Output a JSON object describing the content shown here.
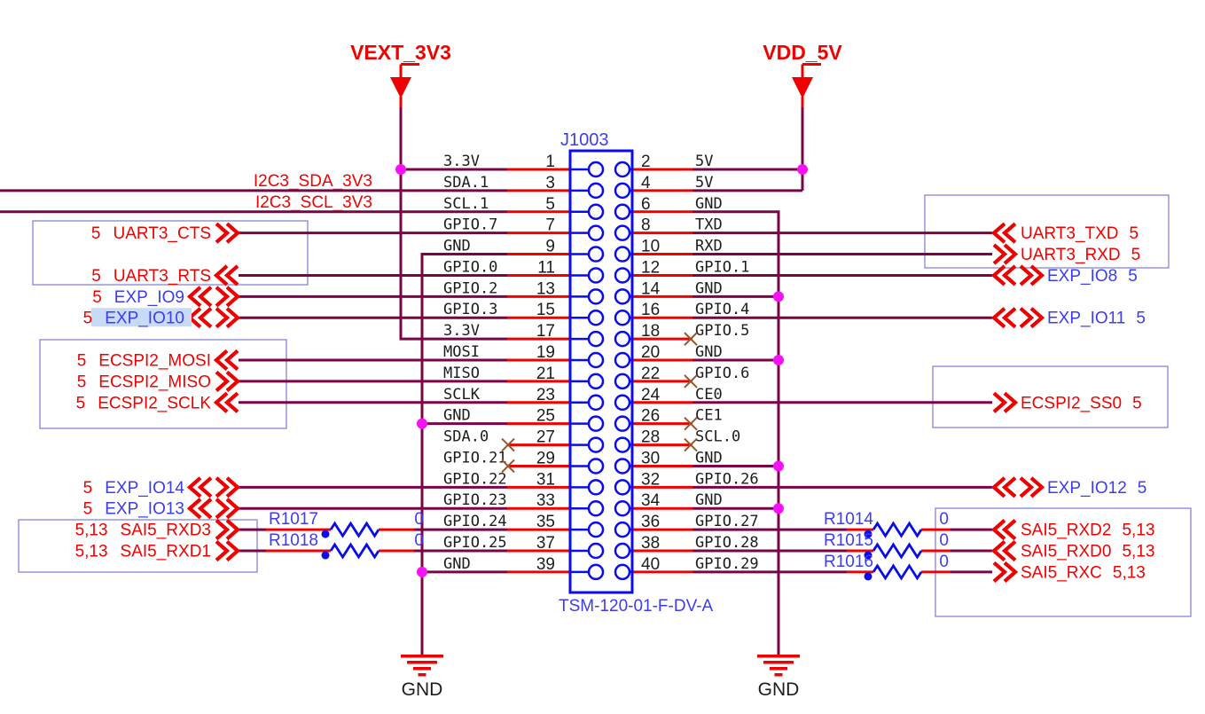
{
  "colors": {
    "wire": "#7b0446",
    "stub": "#f20000",
    "chevron": "#ee0000",
    "connector_blue": "#0b0bef",
    "label_blue": "#3c3cf2",
    "box_outline": "#8585d8",
    "junction": "#f711f7",
    "no_connect": "#99552b",
    "highlight": "#c7dbf8",
    "text_black": "#1c1c1c",
    "net_red": "#f20000"
  },
  "schematic": {
    "power_flags": [
      {
        "name": "VEXT_3V3"
      },
      {
        "name": "VDD_5V"
      }
    ],
    "ground_labels": [
      "GND",
      "GND"
    ],
    "nets": [
      {
        "name": "I2C3_SDA_3V3",
        "row": 2
      },
      {
        "name": "I2C3_SCL_3V3",
        "row": 3
      }
    ],
    "connector": {
      "refdes": "J1003",
      "part_number": "TSM-120-01-F-DV-A",
      "rows": [
        {
          "l_num": "1",
          "l_name": "3.3V",
          "r_num": "2",
          "r_name": "5V"
        },
        {
          "l_num": "3",
          "l_name": "SDA.1",
          "r_num": "4",
          "r_name": "5V"
        },
        {
          "l_num": "5",
          "l_name": "SCL.1",
          "r_num": "6",
          "r_name": "GND"
        },
        {
          "l_num": "7",
          "l_name": "GPIO.7",
          "r_num": "8",
          "r_name": "TXD"
        },
        {
          "l_num": "9",
          "l_name": "GND",
          "r_num": "10",
          "r_name": "RXD"
        },
        {
          "l_num": "11",
          "l_name": "GPIO.0",
          "r_num": "12",
          "r_name": "GPIO.1"
        },
        {
          "l_num": "13",
          "l_name": "GPIO.2",
          "r_num": "14",
          "r_name": "GND"
        },
        {
          "l_num": "15",
          "l_name": "GPIO.3",
          "r_num": "16",
          "r_name": "GPIO.4"
        },
        {
          "l_num": "17",
          "l_name": "3.3V",
          "r_num": "18",
          "r_name": "GPIO.5"
        },
        {
          "l_num": "19",
          "l_name": "MOSI",
          "r_num": "20",
          "r_name": "GND"
        },
        {
          "l_num": "21",
          "l_name": "MISO",
          "r_num": "22",
          "r_name": "GPIO.6"
        },
        {
          "l_num": "23",
          "l_name": "SCLK",
          "r_num": "24",
          "r_name": "CE0"
        },
        {
          "l_num": "25",
          "l_name": "GND",
          "r_num": "26",
          "r_name": "CE1"
        },
        {
          "l_num": "27",
          "l_name": "SDA.0",
          "r_num": "28",
          "r_name": "SCL.0"
        },
        {
          "l_num": "29",
          "l_name": "GPIO.21",
          "r_num": "30",
          "r_name": "GND"
        },
        {
          "l_num": "31",
          "l_name": "GPIO.22",
          "r_num": "32",
          "r_name": "GPIO.26"
        },
        {
          "l_num": "33",
          "l_name": "GPIO.23",
          "r_num": "34",
          "r_name": "GND"
        },
        {
          "l_num": "35",
          "l_name": "GPIO.24",
          "r_num": "36",
          "r_name": "GPIO.27"
        },
        {
          "l_num": "37",
          "l_name": "GPIO.25",
          "r_num": "38",
          "r_name": "GPIO.28"
        },
        {
          "l_num": "39",
          "l_name": "GND",
          "r_num": "40",
          "r_name": "GPIO.29"
        }
      ]
    },
    "left_ports": [
      {
        "pages": "5",
        "name": "UART3_CTS",
        "chevron": "right",
        "color": "red",
        "row": 4
      },
      {
        "pages": "5",
        "name": "UART3_RTS",
        "chevron": "left",
        "color": "red",
        "row": 6
      },
      {
        "pages": "5",
        "name": "EXP_IO9",
        "chevron": "both",
        "color": "blue",
        "row": 7
      },
      {
        "pages": "5",
        "name": "EXP_IO10",
        "chevron": "both",
        "color": "blue",
        "row": 8,
        "highlight": true
      },
      {
        "pages": "5",
        "name": "ECSPI2_MOSI",
        "chevron": "left",
        "color": "red",
        "row": 10
      },
      {
        "pages": "5",
        "name": "ECSPI2_MISO",
        "chevron": "right",
        "color": "red",
        "row": 11
      },
      {
        "pages": "5",
        "name": "ECSPI2_SCLK",
        "chevron": "left",
        "color": "red",
        "row": 12
      },
      {
        "pages": "5",
        "name": "EXP_IO14",
        "chevron": "both",
        "color": "blue",
        "row": 16
      },
      {
        "pages": "5",
        "name": "EXP_IO13",
        "chevron": "both",
        "color": "blue",
        "row": 17
      },
      {
        "pages": "5,13",
        "name": "SAI5_RXD3",
        "chevron": "right",
        "color": "red",
        "row": 18
      },
      {
        "pages": "5,13",
        "name": "SAI5_RXD1",
        "chevron": "right",
        "color": "red",
        "row": 19
      }
    ],
    "right_ports": [
      {
        "pages": "5",
        "name": "UART3_TXD",
        "chevron": "left",
        "color": "red",
        "row": 4
      },
      {
        "pages": "5",
        "name": "UART3_RXD",
        "chevron": "right",
        "color": "red",
        "row": 5
      },
      {
        "pages": "5",
        "name": "EXP_IO8",
        "chevron": "both",
        "color": "blue",
        "row": 6
      },
      {
        "pages": "5",
        "name": "EXP_IO11",
        "chevron": "both",
        "color": "blue",
        "row": 8
      },
      {
        "pages": "5",
        "name": "ECSPI2_SS0",
        "chevron": "right",
        "color": "red",
        "row": 12
      },
      {
        "pages": "5",
        "name": "EXP_IO12",
        "chevron": "both",
        "color": "blue",
        "row": 16
      },
      {
        "pages": "5,13",
        "name": "SAI5_RXD2",
        "chevron": "left",
        "color": "red",
        "row": 18
      },
      {
        "pages": "5,13",
        "name": "SAI5_RXD0",
        "chevron": "left",
        "color": "red",
        "row": 19
      },
      {
        "pages": "5,13",
        "name": "SAI5_RXC",
        "chevron": "right",
        "color": "red",
        "row": 20
      }
    ],
    "resistors": [
      {
        "refdes": "R1017",
        "value": "0",
        "side": "left",
        "row": 18
      },
      {
        "refdes": "R1018",
        "value": "0",
        "side": "left",
        "row": 19
      },
      {
        "refdes": "R1014",
        "value": "0",
        "side": "right",
        "row": 18
      },
      {
        "refdes": "R1015",
        "value": "0",
        "side": "right",
        "row": 19
      },
      {
        "refdes": "R1016",
        "value": "0",
        "side": "right",
        "row": 20
      }
    ],
    "no_connects": [
      {
        "side": "left",
        "row": 14
      },
      {
        "side": "left",
        "row": 15
      },
      {
        "side": "right",
        "row": 9
      },
      {
        "side": "right",
        "row": 11
      },
      {
        "side": "right",
        "row": 13
      },
      {
        "side": "right",
        "row": 14
      }
    ]
  }
}
